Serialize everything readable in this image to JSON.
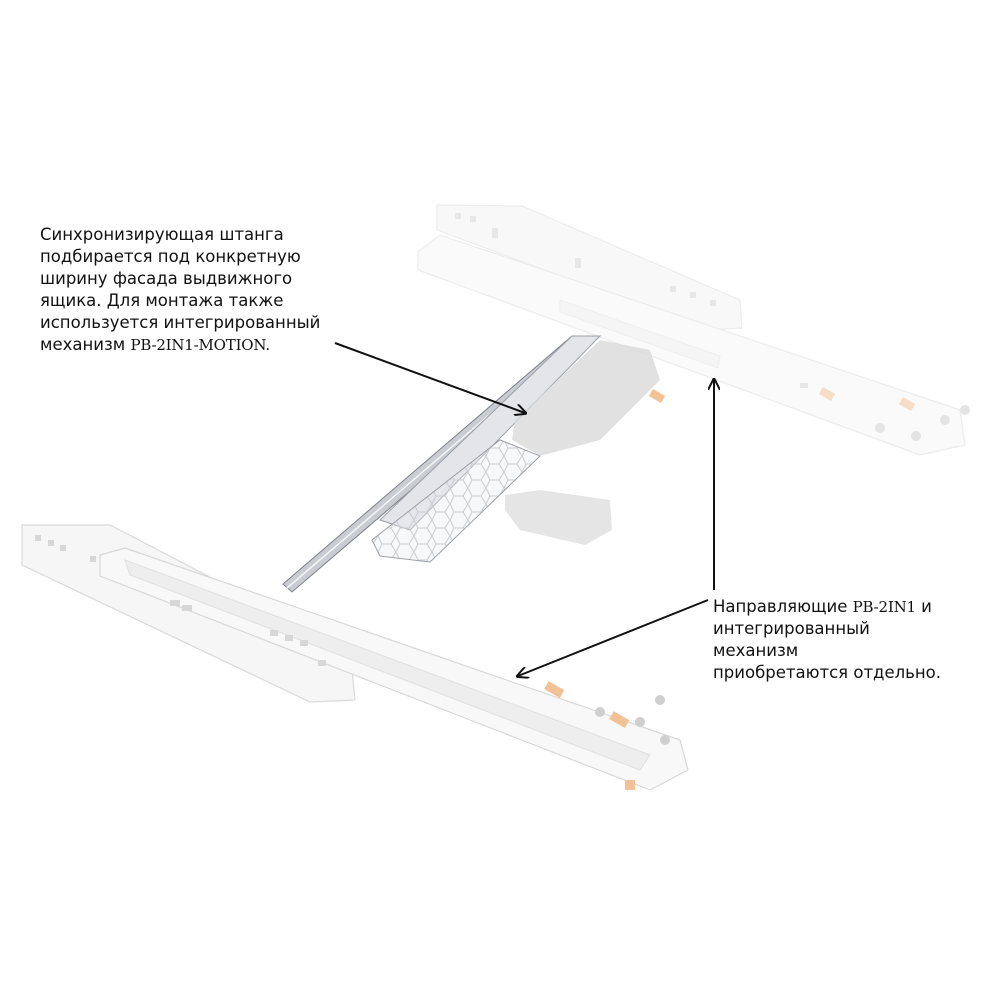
{
  "annotations": {
    "sync_bar": {
      "lines": [
        "Синхронизирующая штанга",
        "подбирается под конкретную",
        "ширину фасада выдвижного",
        "ящика. Для монтажа также",
        "используется интегрированный"
      ],
      "last_prefix": "механизм ",
      "last_model": "PB-2IN1-MOTION."
    },
    "guides": {
      "line1_prefix": "Направляющие ",
      "line1_model": "PB-2IN1",
      "line1_suffix": " и",
      "lines": [
        "интегрированный",
        "механизм",
        "приобретаются отдельно."
      ]
    }
  },
  "colors": {
    "rail_light": "#f4f4f4",
    "rail_edge": "#dedede",
    "metal": "#c9ccd1",
    "metal_dark": "#7d8188",
    "clip_orange": "#f2c296",
    "mechanism_gray": "#dadada",
    "arrow": "#111111"
  }
}
